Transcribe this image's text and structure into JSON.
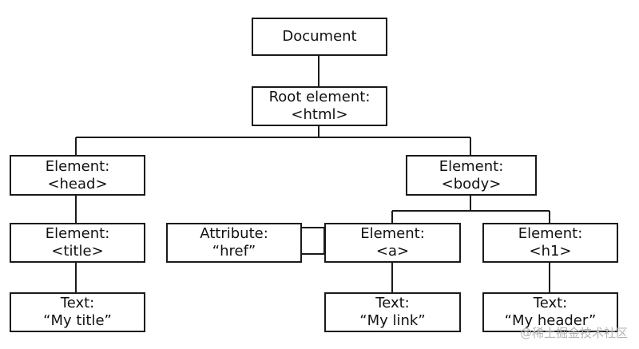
{
  "nodes": {
    "document": {
      "line1": "Document"
    },
    "root": {
      "line1": "Root element:",
      "line2": "<html>"
    },
    "head": {
      "line1": "Element:",
      "line2": "<head>"
    },
    "body": {
      "line1": "Element:",
      "line2": "<body>"
    },
    "title": {
      "line1": "Element:",
      "line2": "<title>"
    },
    "attribute": {
      "line1": "Attribute:",
      "line2": "“href”"
    },
    "a": {
      "line1": "Element:",
      "line2": "<a>"
    },
    "h1": {
      "line1": "Element:",
      "line2": "<h1>"
    },
    "title_text": {
      "line1": "Text:",
      "line2": "“My title”"
    },
    "link_text": {
      "line1": "Text:",
      "line2": "“My link”"
    },
    "header_text": {
      "line1": "Text:",
      "line2": "“My header”"
    }
  },
  "watermark": "@稀土掘金技术社区"
}
